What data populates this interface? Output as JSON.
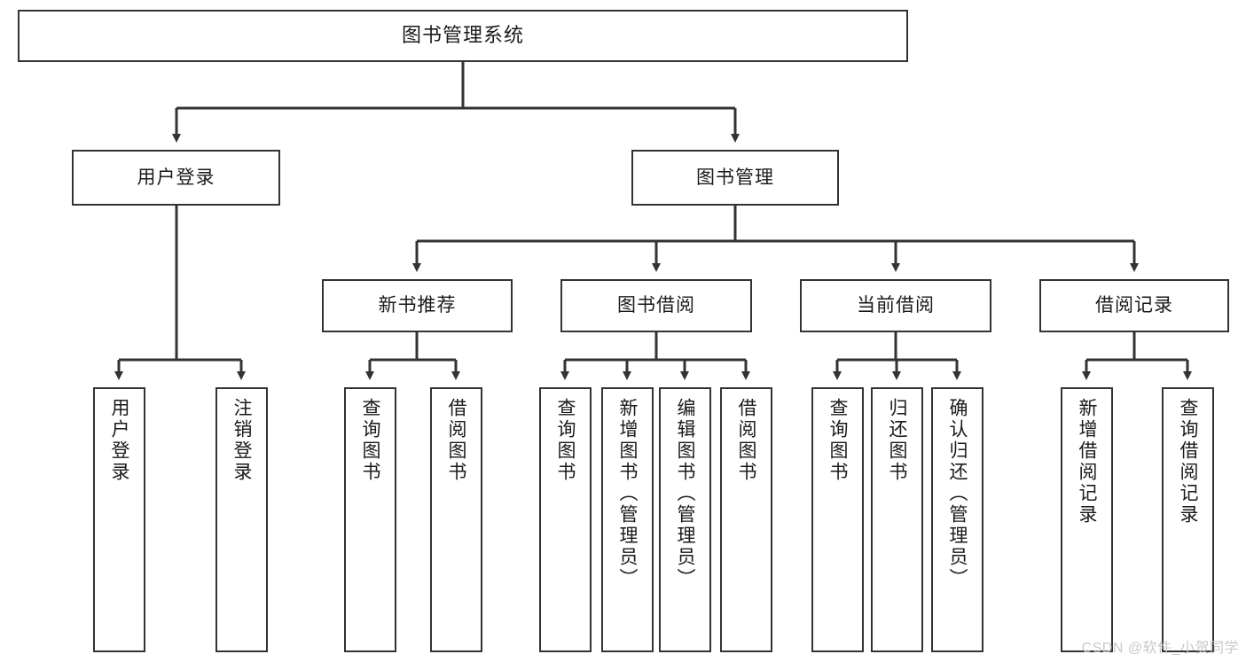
{
  "diagram": {
    "title": "图书管理系统",
    "root": {
      "label": "图书管理系统"
    },
    "level2": [
      {
        "label": "用户登录"
      },
      {
        "label": "图书管理"
      }
    ],
    "level3": [
      {
        "label": "新书推荐"
      },
      {
        "label": "图书借阅"
      },
      {
        "label": "当前借阅"
      },
      {
        "label": "借阅记录"
      }
    ],
    "leaves": {
      "user_login": [
        {
          "label": "用户登录"
        },
        {
          "label": "注销登录"
        }
      ],
      "new_book_recommend": [
        {
          "label": "查询图书"
        },
        {
          "label": "借阅图书"
        }
      ],
      "book_borrow": [
        {
          "label": "查询图书"
        },
        {
          "label": "新增图书（管理员）"
        },
        {
          "label": "编辑图书（管理员）"
        },
        {
          "label": "借阅图书"
        }
      ],
      "current_borrow": [
        {
          "label": "查询图书"
        },
        {
          "label": "归还图书"
        },
        {
          "label": "确认归还（管理员）"
        }
      ],
      "borrow_record": [
        {
          "label": "新增借阅记录"
        },
        {
          "label": "查询借阅记录"
        }
      ]
    }
  },
  "watermark": {
    "text": "CSDN @软件_小贺同学"
  },
  "colors": {
    "stroke": "#333333",
    "fill": "#ffffff",
    "text": "#1a1a1a",
    "watermark": "#c9c9c9"
  }
}
